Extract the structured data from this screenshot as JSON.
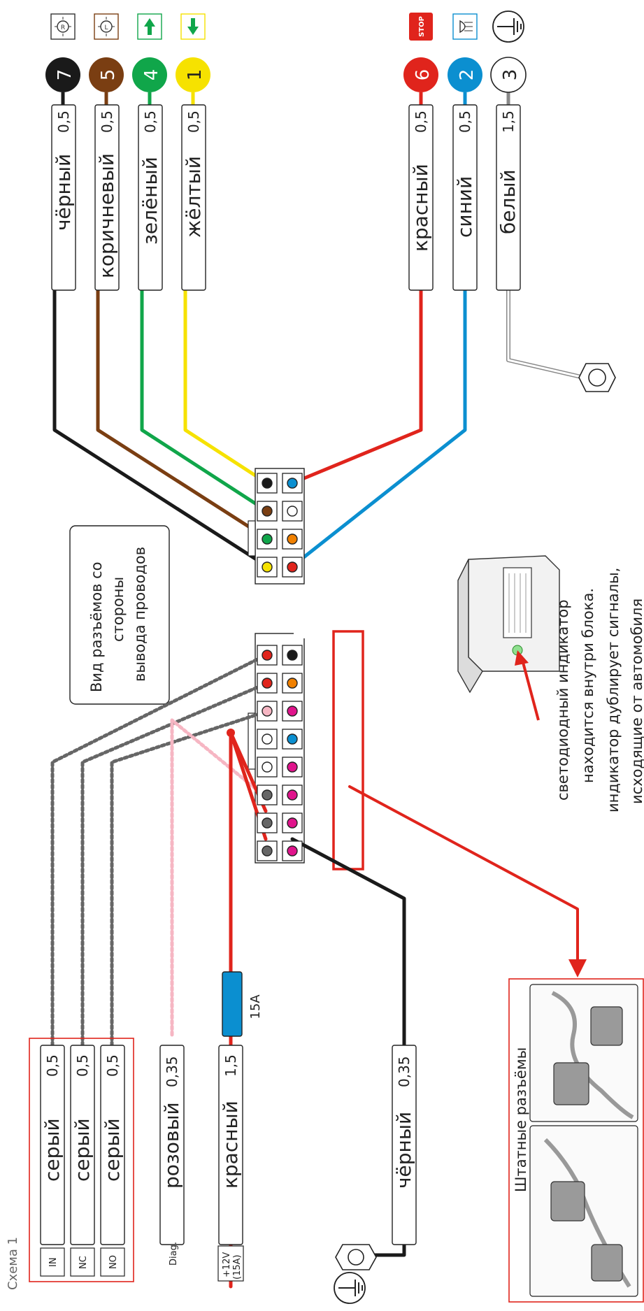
{
  "scheme_label": "Схема 1",
  "top_wires": [
    {
      "name": "чёрный",
      "size": "0,5",
      "pin": "7",
      "color": "#1a1a1a"
    },
    {
      "name": "коричневый",
      "size": "0,5",
      "pin": "5",
      "color": "#7a3e12"
    },
    {
      "name": "зелёный",
      "size": "0,5",
      "pin": "4",
      "color": "#10a64a"
    },
    {
      "name": "жёлтый",
      "size": "0,5",
      "pin": "1",
      "color": "#f6e200"
    },
    {
      "name": "красный",
      "size": "0,5",
      "pin": "6",
      "color": "#e0241c"
    },
    {
      "name": "синий",
      "size": "0,5",
      "pin": "2",
      "color": "#0b8fd0"
    },
    {
      "name": "белый",
      "size": "1,5",
      "pin": "3",
      "color": "#ffffff"
    }
  ],
  "stop_label": "STOP",
  "view_note": [
    "Вид разъёмов со",
    "стороны",
    "вывода проводов"
  ],
  "led_note": [
    "светодиодный индикатор",
    "находится внутри блока.",
    "индикатор дублирует сигналы,",
    "исходящие от автомобиля"
  ],
  "bottom_wires": [
    {
      "pin": "IN",
      "name": "серый",
      "size": "0,5",
      "color": "#666666"
    },
    {
      "pin": "NC",
      "name": "серый",
      "size": "0,5",
      "color": "#666666"
    },
    {
      "pin": "NO",
      "name": "серый",
      "size": "0,5",
      "color": "#666666"
    },
    {
      "pin": "Diag.",
      "name": "розовый",
      "size": "0,35",
      "color": "#f6b6c3"
    },
    {
      "pin": "+12V (15A)",
      "name": "красный",
      "size": "1,5",
      "color": "#e0241c"
    },
    {
      "pin": "",
      "name": "чёрный",
      "size": "0,35",
      "color": "#1a1a1a"
    }
  ],
  "power_pin": [
    "+12V",
    "(15A)"
  ],
  "fuse_label": "15A",
  "standard_connectors_label": "Штатные разъёмы",
  "connector_top": [
    [
      "#1a1a1a",
      "#7a3e12",
      "#10a64a",
      "#f6e200"
    ],
    [
      "#0b8fd0",
      "#ffffff",
      "#f08000",
      "#e0241c"
    ]
  ],
  "connector_bottom": [
    [
      "#e0241c",
      "#e0241c",
      "#f6b6c3",
      "#ffffff",
      "#ffffff",
      "#666666",
      "#666666",
      "#666666"
    ],
    [
      "#1a1a1a",
      "#f08000",
      "#e0148c",
      "#0b8fd0",
      "#e0148c",
      "#e0148c",
      "#e0148c",
      "#e0148c"
    ]
  ]
}
